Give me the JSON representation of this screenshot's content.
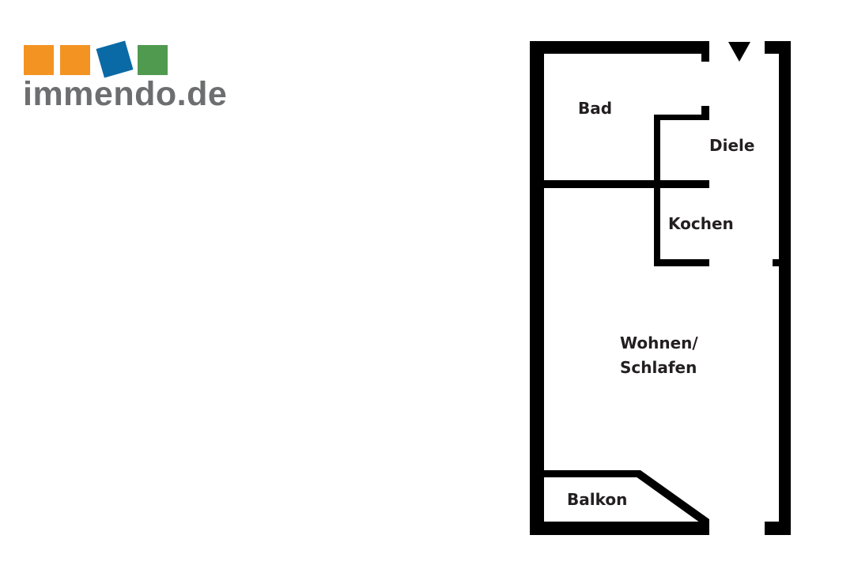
{
  "logo": {
    "text": "immendo.de",
    "colors": {
      "orange": "#f39322",
      "blue": "#0a6aa6",
      "green": "#4f9a4f",
      "text": "#6d6e70"
    }
  },
  "floorplan": {
    "rooms": [
      {
        "id": "bad",
        "label": "Bad"
      },
      {
        "id": "diele",
        "label": "Diele"
      },
      {
        "id": "kochen",
        "label": "Kochen"
      },
      {
        "id": "wohnen",
        "label_line1": "Wohnen/",
        "label_line2": "Schlafen"
      },
      {
        "id": "balkon",
        "label": "Balkon"
      }
    ],
    "entrance_marker": "triangle-down-icon"
  }
}
